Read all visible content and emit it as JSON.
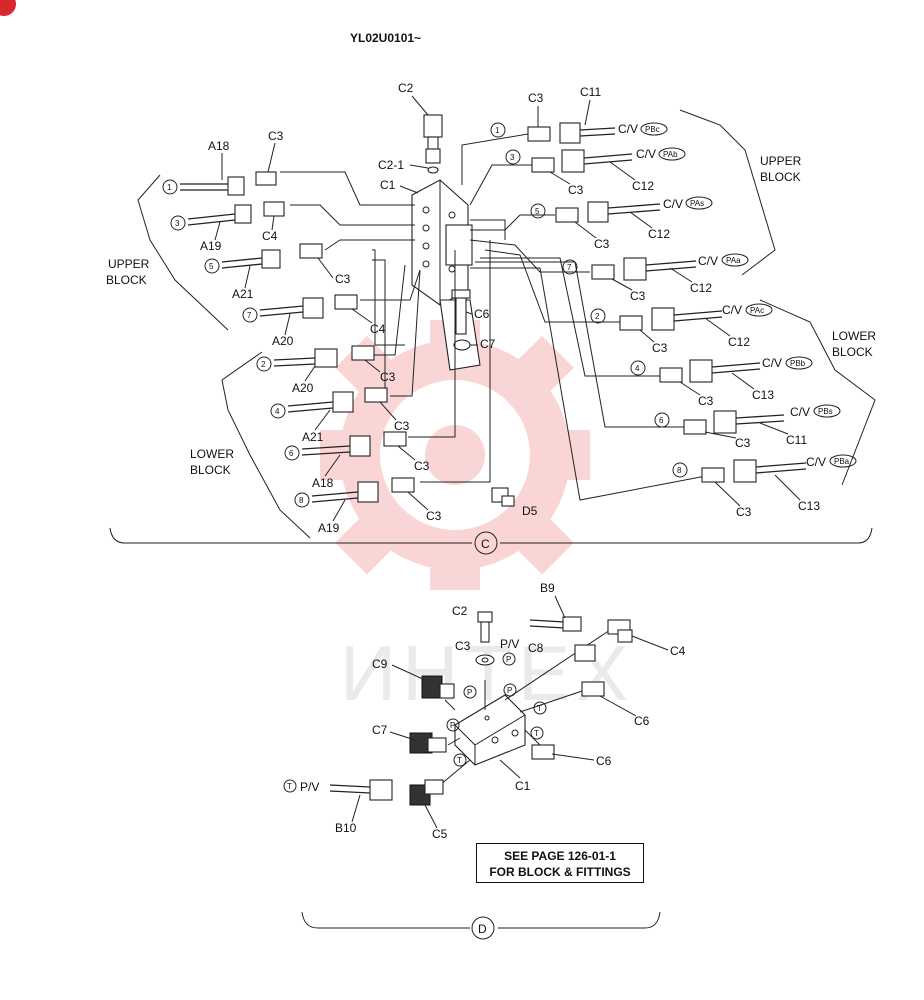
{
  "header": {
    "model_range": "YL02U0101~"
  },
  "watermark": {
    "text": "ИНТЕХ",
    "color": "#f5b5b5"
  },
  "corner_badge": {
    "color": "#d9272e"
  },
  "view_c": {
    "section_label": "C",
    "left_upper_block": "UPPER\nBLOCK",
    "left_lower_block": "LOWER\nBLOCK",
    "right_upper_block": "UPPER\nBLOCK",
    "right_lower_block": "LOWER\nBLOCK",
    "left_rows": [
      {
        "num": "1",
        "hose": "A18",
        "fitting": "C3"
      },
      {
        "num": "3",
        "hose": "A19",
        "fitting": "C4"
      },
      {
        "num": "5",
        "hose": "A21",
        "fitting": "C3"
      },
      {
        "num": "7",
        "hose": "A20",
        "fitting": "C4"
      },
      {
        "num": "2",
        "hose": "A20",
        "fitting": "C3"
      },
      {
        "num": "4",
        "hose": "A21",
        "fitting": "C3"
      },
      {
        "num": "6",
        "hose": "A18",
        "fitting": "C3"
      },
      {
        "num": "8",
        "hose": "A19",
        "fitting": "C3"
      }
    ],
    "right_rows": [
      {
        "num": "1",
        "fitting": "C3",
        "hose": "C11",
        "dest": "C/V",
        "port": "PBc"
      },
      {
        "num": "3",
        "fitting": "C3",
        "hose": "C12",
        "dest": "C/V",
        "port": "PAb"
      },
      {
        "num": "5",
        "fitting": "C3",
        "hose": "C12",
        "dest": "C/V",
        "port": "PAs"
      },
      {
        "num": "7",
        "fitting": "C3",
        "hose": "C12",
        "dest": "C/V",
        "port": "PAa"
      },
      {
        "num": "2",
        "fitting": "C3",
        "hose": "C12",
        "dest": "C/V",
        "port": "PAc"
      },
      {
        "num": "4",
        "fitting": "C3",
        "hose": "C13",
        "dest": "C/V",
        "port": "PBb"
      },
      {
        "num": "6",
        "fitting": "C3",
        "hose": "C11",
        "dest": "C/V",
        "port": "PBs"
      },
      {
        "num": "8",
        "fitting": "C3",
        "hose": "C13",
        "dest": "C/V",
        "port": "PBa"
      }
    ],
    "center_parts": {
      "c2": "C2",
      "c2_1": "C2-1",
      "c1": "C1",
      "c6": "C6",
      "c7": "C7",
      "d5": "D5",
      "top_c11": "C11"
    }
  },
  "view_d": {
    "section_label": "D",
    "parts": {
      "b9": "B9",
      "c2": "C2",
      "c3": "C3",
      "pv_top": "P/V",
      "c8": "C8",
      "c4": "C4",
      "c9": "C9",
      "c6a": "C6",
      "c7": "C7",
      "c6b": "C6",
      "c1": "C1",
      "pv_left": "P/V",
      "b10": "B10",
      "c5": "C5"
    },
    "ports": {
      "p": "P",
      "t": "T"
    },
    "note_line1": "SEE PAGE 126-01-1",
    "note_line2": "FOR BLOCK & FITTINGS"
  }
}
